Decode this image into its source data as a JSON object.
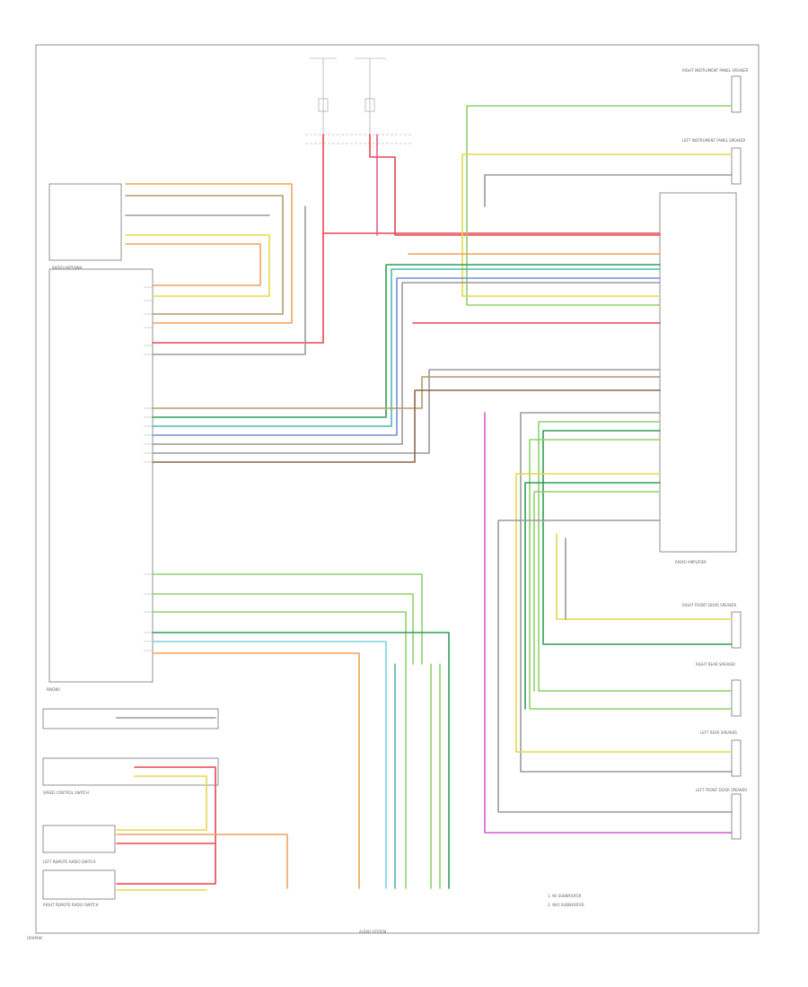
{
  "colors": {
    "red": "#e8474f",
    "orange": "#f2a15a",
    "yellow": "#e6d84a",
    "green": "#8fd16a",
    "dark_green": "#2e9e56",
    "teal": "#4fb7b0",
    "blue": "#6f8fe0",
    "gray": "#9a9a9a",
    "tan": "#b49a6a",
    "brown": "#8a6a4a",
    "cyan": "#79d3e6",
    "magenta": "#d65ad6",
    "pink": "#e65d8f"
  },
  "labels": {
    "radio": "RADIO",
    "radio_antenna": "RADIO ANTENNA",
    "speed_control_switch": "SPEED CONTROL SWITCH",
    "left_remote_radio_switch": "LEFT REMOTE RADIO SWITCH",
    "right_remote_radio_switch": "RIGHT REMOTE RADIO SWITCH",
    "radio_amplifier": "RADIO AMPLIFIER",
    "right_instrument_panel_speaker": "RIGHT INSTRUMENT PANEL SPEAKER",
    "left_instrument_panel_speaker": "LEFT INSTRUMENT PANEL SPEAKER",
    "right_front_door_speaker": "RIGHT FRONT DOOR SPEAKER",
    "left_front_door_speaker": "LEFT FRONT DOOR SPEAKER",
    "right_rear_speaker": "RIGHT REAR SPEAKER",
    "left_rear_speaker": "LEFT REAR SPEAKER",
    "notes": [
      "1. W/ SUBWOOFER",
      "2. W/O SUBWOOFER"
    ],
    "footer_left": "GRAPHIC",
    "footer_center": "AUDIO SYSTEM"
  }
}
